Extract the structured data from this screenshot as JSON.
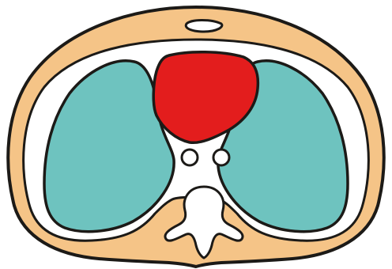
{
  "figure": {
    "kind": "cross-section illustration",
    "labels": []
  },
  "colors": {
    "background": "#ffffff",
    "body_wall": "#f5c487",
    "cavity": "#ffffff",
    "lungs": "#6ec3bf",
    "heart": "#e31d1d",
    "outline": "#1c1a17"
  },
  "structures": [
    {
      "id": "body-wall",
      "icon": "body-wall-shape"
    },
    {
      "id": "sternum",
      "icon": "sternum-shape"
    },
    {
      "id": "left-lung",
      "icon": "lung-shape"
    },
    {
      "id": "right-lung",
      "icon": "lung-shape"
    },
    {
      "id": "heart",
      "icon": "heart-shape"
    },
    {
      "id": "esophagus",
      "icon": "ring-shape"
    },
    {
      "id": "aorta",
      "icon": "ring-shape"
    },
    {
      "id": "vertebra",
      "icon": "vertebra-shape"
    }
  ]
}
